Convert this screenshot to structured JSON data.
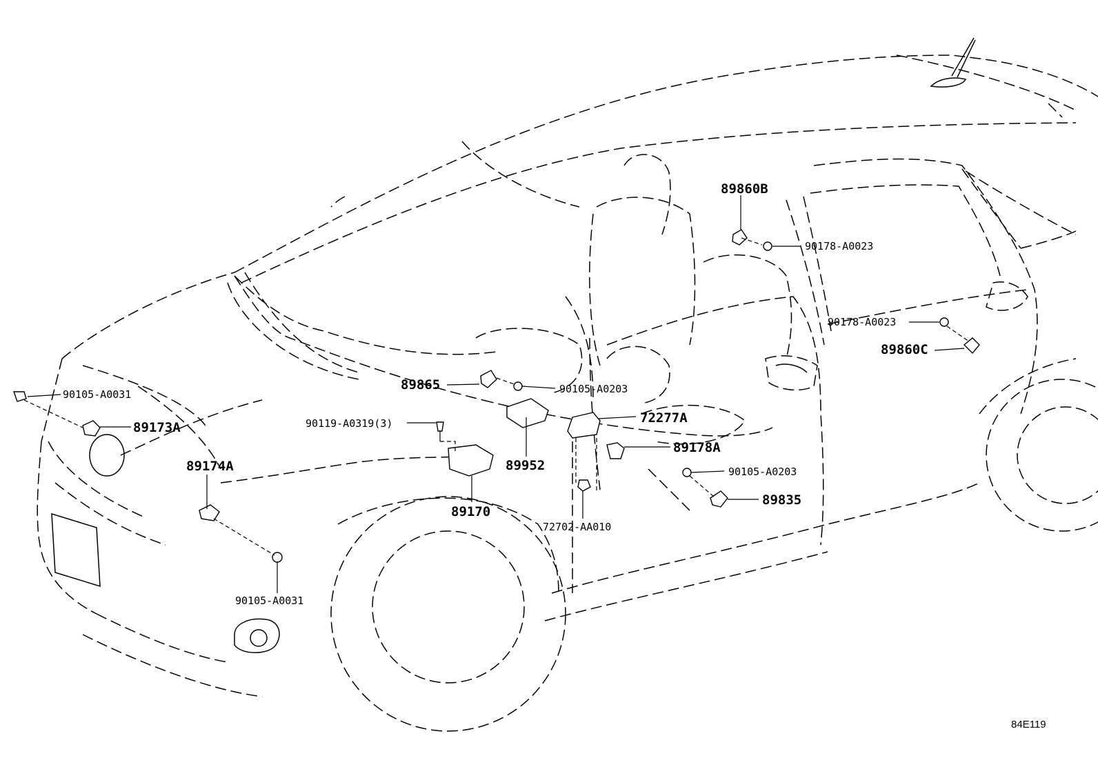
{
  "diagram_code": "84E119",
  "callouts": {
    "p89860B": "89860B",
    "p90178_A0023_upper": "90178-A0023",
    "p90178_A0023_lower": "90178-A0023",
    "p89860C": "89860C",
    "p89865": "89865",
    "p90105_A0203_upper": "90105-A0203",
    "p90105_A0031_left": "90105-A0031",
    "p89173A": "89173A",
    "p90119_A0319": "90119-A0319(3)",
    "p72277A": "72277A",
    "p89952": "89952",
    "p89178A": "89178A",
    "p90105_A0203_lower": "90105-A0203",
    "p89174A": "89174A",
    "p89835": "89835",
    "p89170": "89170",
    "p72702_AA010": "72702-AA010",
    "p90105_A0031_bottom": "90105-A0031"
  }
}
